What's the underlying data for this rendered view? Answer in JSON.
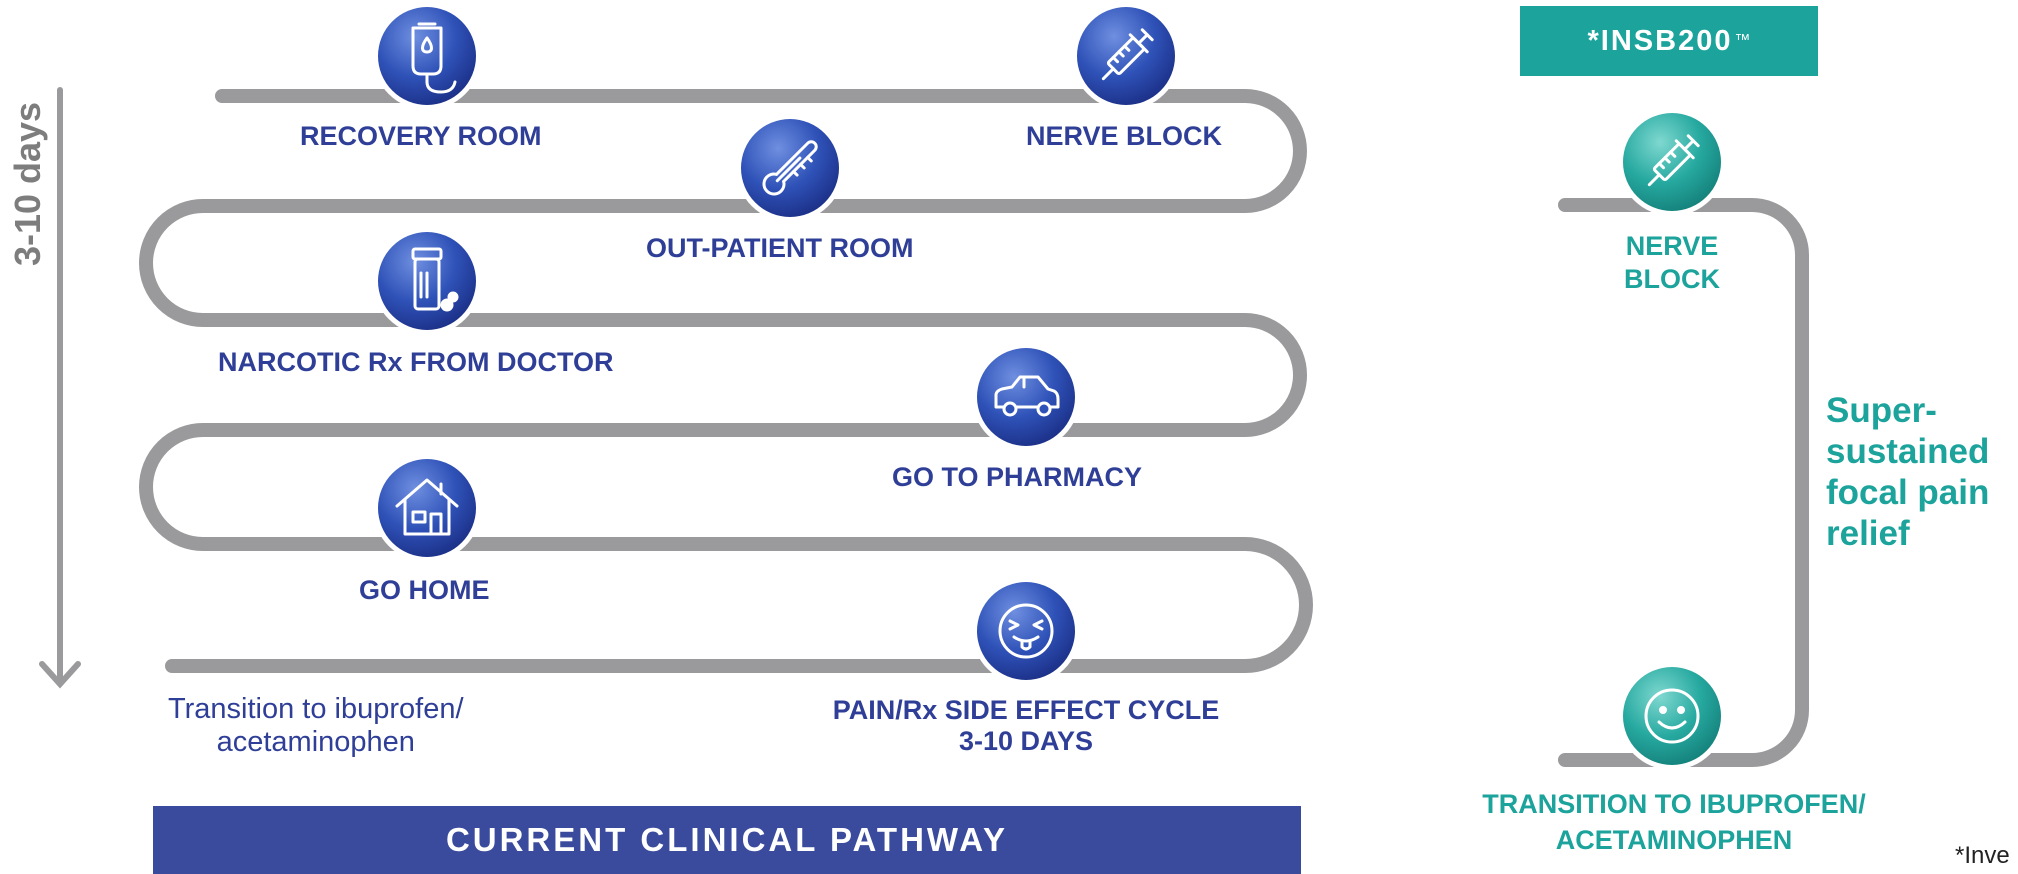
{
  "axis": {
    "label": "3-10 days"
  },
  "current_pathway": {
    "steps": [
      {
        "label": "RECOVERY ROOM",
        "icon": "iv-bag-icon"
      },
      {
        "label": "NERVE BLOCK",
        "icon": "syringe-icon"
      },
      {
        "label": "OUT-PATIENT ROOM",
        "icon": "thermometer-icon"
      },
      {
        "label": "NARCOTIC Rx FROM DOCTOR",
        "icon": "pill-bottle-icon"
      },
      {
        "label": "GO TO PHARMACY",
        "icon": "car-icon"
      },
      {
        "label": "GO HOME",
        "icon": "house-icon"
      },
      {
        "label": "PAIN/Rx SIDE EFFECT CYCLE",
        "label2": "3-10 DAYS",
        "icon": "dizzy-face-icon"
      }
    ],
    "transition_line1": "Transition to ibuprofen/",
    "transition_line2": "acetaminophen",
    "banner": "CURRENT CLINICAL PATHWAY"
  },
  "insb_pathway": {
    "title": "*INSB200",
    "trademark": "™",
    "nerve_block_line1": "NERVE",
    "nerve_block_line2": "BLOCK",
    "side_line1": "Super-",
    "side_line2": "sustained",
    "side_line3": "focal pain",
    "side_line4": "relief",
    "transition_line1": "TRANSITION TO IBUPROFEN/",
    "transition_line2": "ACETAMINOPHEN",
    "icons": [
      "syringe-icon",
      "smiley-face-icon"
    ]
  },
  "footnote": "*Inve",
  "colors": {
    "navy": "#2f3f97",
    "banner": "#3a4a9c",
    "teal": "#1ba39c",
    "path_gray": "#9a9a9c"
  }
}
